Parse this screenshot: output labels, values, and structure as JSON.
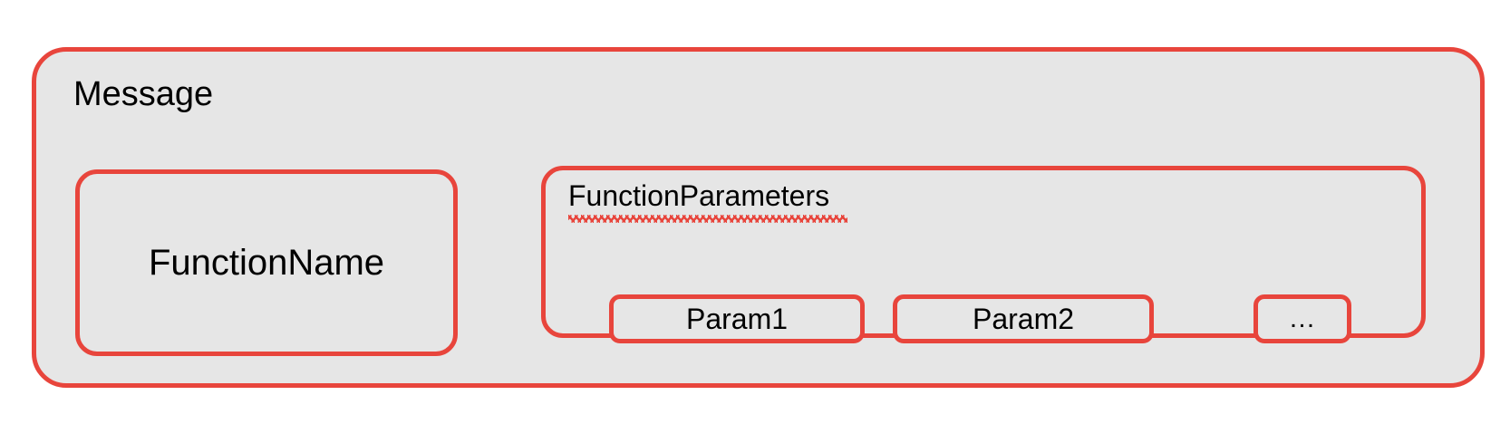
{
  "diagram": {
    "title": "Message",
    "colors": {
      "border": "#e8453c",
      "fill": "#e6e6e6",
      "text": "#000000",
      "page_background": "#ffffff",
      "spellcheck_underline": "#e8453c"
    },
    "message_box": {
      "label": "Message"
    },
    "function_name_box": {
      "label": "FunctionName"
    },
    "function_parameters_box": {
      "label": "FunctionParameters",
      "spellcheck_flagged": true,
      "params": [
        {
          "label": "Param1"
        },
        {
          "label": "Param2"
        },
        {
          "label": "…"
        }
      ]
    }
  }
}
